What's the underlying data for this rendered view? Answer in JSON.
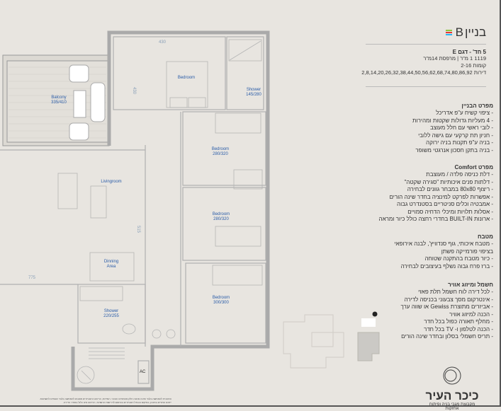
{
  "header": {
    "brand": "בניין",
    "brand_letter": "B",
    "brand_colors": [
      "#8dc63f",
      "#e53935",
      "#29b6f6"
    ]
  },
  "unit": {
    "title": "5 חד' - דגם E",
    "area": "1119 1 מ\"ר | מרפסת 14מ\"ר",
    "floors": "קומות 2-16",
    "apartments": "דירות 2,8,14,20,26,32,38,44,50,56,62,68,74,80,86,92"
  },
  "sections": [
    {
      "title": "מפרט הבניין",
      "items": [
        "- ציפוי קשיח ע\"פ אדריכל",
        "- 4 מעליות גדולות שקטות ומהירות",
        "- לובי ראשי עם חלל מעוצב",
        "- חניון תת קרקעי עם גישה ללובי",
        "- בניה ע\"פ תקנות בניה ירוקה",
        "- בניה בתקן חסכון אנרגטי משופר"
      ]
    },
    {
      "title": "מפרט Comfort",
      "items": [
        "- דלת כניסה פלדה / מעוצבת",
        "- דלתות פנים איכותיות \"סגירה שקטה\"",
        "- ריצוף 80x80 במבחר גוונים לבחירה",
        "- אפשרות לפרקט למינציה בחדר שינה הורים",
        "- אמבטיה וכלים סניטריים בסטנדרט גבוה",
        "- אסלות תלויות ומיכלי הדחיה סמויים",
        "- ארונות BUILT-IN בחדרי רחצה כולל כיור ומראה"
      ]
    },
    {
      "title": "מטבח",
      "items": [
        "- מטבח איכותי, גוף סנדוויץ', לבנה אירופאי",
        "בציפוי פורמייקה פשתן",
        "- כיור מטבח בהתקנה שטוחה",
        "- ברז פרח גבוה נשלף בעיצובים לבחירה"
      ]
    },
    {
      "title": "חשמל ומיזוג אוויר",
      "items": [
        "- לכל דירה לוח חשמל תלת פאזי",
        "- אינטרקום מסך צבעוני בכניסה לדירה",
        "- אביזרים מתוצרת Gewiss או שווה ערך",
        "- הכנה למיזוג אוויר",
        "- מחלף תאורה כפול בכל חדר",
        "- הכנה לטלפון ו- TV בכל חדר",
        "- תריס חשמלי בסלון ובחדר שינה הורים"
      ]
    }
  ],
  "rooms": [
    {
      "name": "Balcony",
      "size": "335/410"
    },
    {
      "name": "Bedroom",
      "size": ""
    },
    {
      "name": "Shower",
      "size": "145/280"
    },
    {
      "name": "Bedroom",
      "size": "280/320"
    },
    {
      "name": "Livingroom",
      "size": ""
    },
    {
      "name": "Bedroom",
      "size": "280/320"
    },
    {
      "name": "Dinning",
      "size": "Area"
    },
    {
      "name": "Bedroom",
      "size": "300/300"
    },
    {
      "name": "Shower",
      "size": "220/255"
    }
  ],
  "dimensions": {
    "top": "430",
    "side": "430",
    "corridor": "515",
    "living": "775"
  },
  "ac_label": "AC",
  "logo": {
    "name": "כיכר העיר",
    "tagline": "מקבוצת מגבי בניה ופיתוח אחזקות"
  },
  "disclaimer": [
    "התוכנית להמחשה בלבד ואינה מהווה חלק מהמפרט הטכני. המידות, הריהוט והאביזרים מוצגים להמחשה בלבד ועשויים להשתנות.",
    "ייתכנו שינויים בתכנון, במיקום ובגודל האביזרים בהתאם לדרישות הרשויות. הריהוט אינו כלול במחיר הדירה."
  ]
}
